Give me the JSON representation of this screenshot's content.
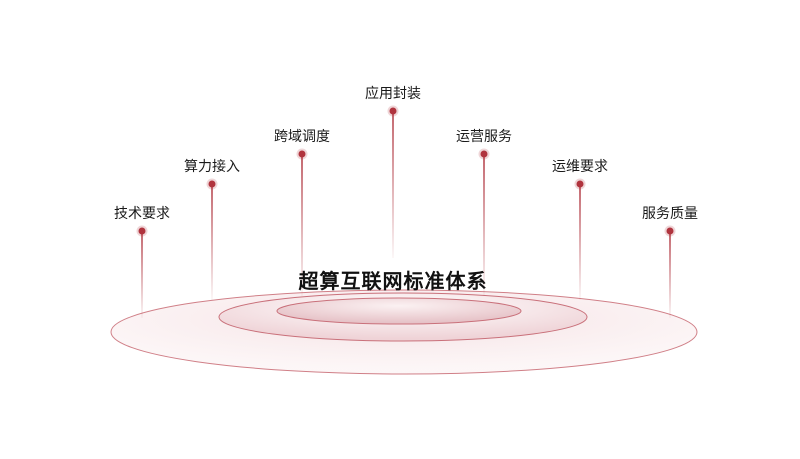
{
  "title": "超算互联网标准体系",
  "accent_color": "#b0343e",
  "pillars": [
    {
      "label": "技术要求"
    },
    {
      "label": "算力接入"
    },
    {
      "label": "跨域调度"
    },
    {
      "label": "应用封装"
    },
    {
      "label": "运营服务"
    },
    {
      "label": "运维要求"
    },
    {
      "label": "服务质量"
    }
  ]
}
